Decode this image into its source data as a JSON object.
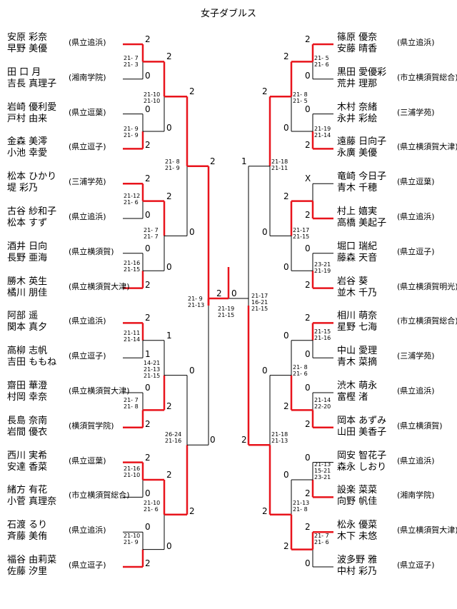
{
  "title": "女子ダブルス",
  "left": [
    {
      "p1": "安原 彩奈",
      "p2": "早野 美優",
      "school": "(県立追浜)"
    },
    {
      "p1": "田 口 月",
      "p2": "吉長 真理子",
      "school": "(湘南学院)"
    },
    {
      "p1": "岩崎 優利愛",
      "p2": "戸村 由来",
      "school": "(県立逗葉)"
    },
    {
      "p1": "金森 美澪",
      "p2": "小池 幸愛",
      "school": "(県立逗子)"
    },
    {
      "p1": "松本 ひかり",
      "p2": "堤 彩乃",
      "school": "(三浦学苑)"
    },
    {
      "p1": "古谷 紗和子",
      "p2": "松本 すず",
      "school": "(県立追浜)"
    },
    {
      "p1": "酒井 日向",
      "p2": "長野 亜海",
      "school": "(県立横須賀)"
    },
    {
      "p1": "勝木 英生",
      "p2": "橘川 朋佳",
      "school": "(県立横須賀大津)"
    },
    {
      "p1": "阿部 遥",
      "p2": "関本 真夕",
      "school": "(県立追浜)"
    },
    {
      "p1": "高柳 志帆",
      "p2": "吉田 ももね",
      "school": "(県立逗子)"
    },
    {
      "p1": "齋田 華澄",
      "p2": "村岡 幸奈",
      "school": "(県立横須賀大津)"
    },
    {
      "p1": "長島 奈南",
      "p2": "岩間 優衣",
      "school": "(横須賀学院)"
    },
    {
      "p1": "西川 実希",
      "p2": "安達 香菜",
      "school": "(県立逗葉)"
    },
    {
      "p1": "緒方 有花",
      "p2": "小菅 真理奈",
      "school": "(市立横須賀総合)"
    },
    {
      "p1": "石渡 るり",
      "p2": "斉藤 美侑",
      "school": "(県立追浜)"
    },
    {
      "p1": "福谷 由莉菜",
      "p2": "佐藤 汐里",
      "school": "(県立逗子)"
    }
  ],
  "right": [
    {
      "p1": "篠原 優奈",
      "p2": "安藤 晴香",
      "school": "(県立追浜)"
    },
    {
      "p1": "黒田 愛優彩",
      "p2": "荒井 理那",
      "school": "(市立横須賀総合)"
    },
    {
      "p1": "木村 奈緒",
      "p2": "永井 彩絵",
      "school": "(三浦学苑)"
    },
    {
      "p1": "遠藤 日向子",
      "p2": "永廣 美優",
      "school": "(県立横須賀大津)"
    },
    {
      "p1": "竜崎 今日子",
      "p2": "青木 千穂",
      "school": "(県立逗葉)"
    },
    {
      "p1": "村上 嬉実",
      "p2": "高橋 美起子",
      "school": "(県立追浜)"
    },
    {
      "p1": "堀口 瑞紀",
      "p2": "藤森 天音",
      "school": "(県立逗子)"
    },
    {
      "p1": "岩谷 葵",
      "p2": "並木 千乃",
      "school": "(県立横須賀明光)"
    },
    {
      "p1": "相川 萌奈",
      "p2": "星野 七海",
      "school": "(市立横須賀総合)"
    },
    {
      "p1": "中山 愛理",
      "p2": "青木 菜摘",
      "school": "(三浦学苑)"
    },
    {
      "p1": "渋木 萌永",
      "p2": "富樫 渚",
      "school": "(県立追浜)"
    },
    {
      "p1": "岡本 あずみ",
      "p2": "山田 美香子",
      "school": "(県立横須賀)"
    },
    {
      "p1": "岡安 智花子",
      "p2": "森永 しおり",
      "school": "(県立追浜)"
    },
    {
      "p1": "設楽 菜菜",
      "p2": "向野 帆佳",
      "school": "(湘南学院)"
    },
    {
      "p1": "松永 優菜",
      "p2": "木下 未悠",
      "school": "(県立横須賀大津)"
    },
    {
      "p1": "波多野 雅",
      "p2": "中村 彩乃",
      "school": "(県立逗子)"
    }
  ],
  "left_r1": {
    "results": [
      [
        "2",
        "0"
      ],
      [
        "0",
        "2"
      ],
      [
        "2",
        "0"
      ],
      [
        "0",
        "2"
      ],
      [
        "2",
        "1"
      ],
      [
        "0",
        "2"
      ],
      [
        "2",
        "0"
      ],
      [
        "0",
        "2"
      ]
    ],
    "scores": [
      "21- 7\n21- 3",
      "21-10\n21-10",
      "21- 9\n21- 9",
      "21-12\n21- 6",
      "21-16\n21-15",
      "21-11\n21-14",
      "21- 7\n21- 8",
      "21-16\n21-10",
      "21-10\n21- 9"
    ]
  },
  "left_r2": {
    "results": [
      [
        "2",
        "0"
      ],
      [
        "2",
        "0"
      ],
      [
        "1",
        "2"
      ],
      [
        "2",
        "0"
      ]
    ],
    "scores": [
      "21-10\n21-10",
      "21- 7\n21- 7",
      "14-21\n21-13\n21-15",
      "21-10\n21- 6"
    ]
  },
  "left_r3": {
    "results": [
      [
        "2",
        "0"
      ],
      [
        "0",
        "2"
      ]
    ],
    "scores": [
      "21- 8\n21- 9",
      "26-24\n21-16"
    ]
  },
  "left_r4": {
    "results": [
      "2",
      "0"
    ],
    "scores": [
      "21- 9\n21-13"
    ]
  },
  "right_r1": {
    "results": [
      [
        "2",
        "0"
      ],
      [
        "0",
        "2"
      ],
      [
        "X",
        "2"
      ],
      [
        "0",
        "2"
      ],
      [
        "2",
        "0"
      ],
      [
        "0",
        "2"
      ],
      [
        "0",
        "2"
      ],
      [
        "2",
        "0"
      ]
    ],
    "scores": [
      "21- 5\n21- 6",
      "21-19\n21-14",
      "23-21\n21-19",
      "21-15\n21-16",
      "21-14\n22-20",
      "21-13\n15-21\n23-21",
      "21- 7\n21- 6"
    ]
  },
  "right_r2": {
    "results": [
      [
        "2",
        "0"
      ],
      [
        "2",
        "0"
      ],
      [
        "0",
        "2"
      ],
      [
        "0",
        "2"
      ]
    ],
    "scores": [
      "21- 8\n21- 5",
      "21-17\n21-15",
      "21- 8\n21- 6",
      "21-13\n21- 8"
    ]
  },
  "right_r3": {
    "results": [
      [
        "2",
        "0"
      ],
      [
        "0",
        "2"
      ]
    ],
    "scores": [
      "21-18\n21-11",
      "21-18\n21-13"
    ]
  },
  "right_r4": {
    "results": [
      "1",
      "2"
    ],
    "scores": [
      "21-17\n16-21\n21-15"
    ]
  },
  "final": {
    "left": "2",
    "right": "0",
    "score": "21-19\n21-15"
  },
  "colors": {
    "win": "#e8141c",
    "line": "#000000"
  }
}
